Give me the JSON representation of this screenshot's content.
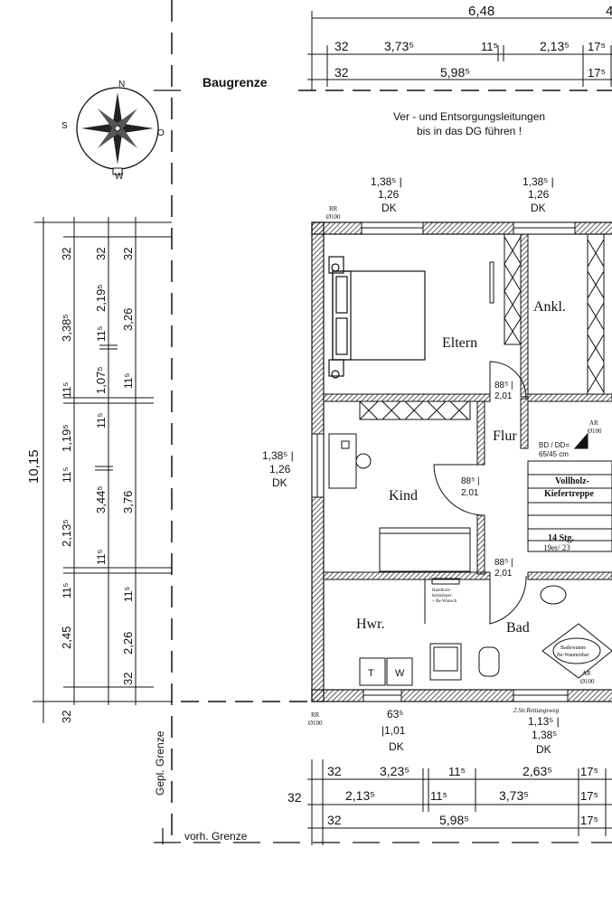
{
  "top_dims": {
    "overall": "6,48",
    "overall_cut": "4",
    "row1": [
      "32",
      "3,73⁵",
      "11⁵",
      "2,13⁵",
      "17⁵"
    ],
    "row2": [
      "32",
      "5,98⁵",
      "17⁵"
    ]
  },
  "baugrenze": "Baugrenze",
  "compass_labels": [
    "N",
    "S",
    "O",
    "W"
  ],
  "note": [
    "Ver - und Entsorgungsleitungen",
    "bis in das DG führen !"
  ],
  "windows": {
    "eltern": [
      "1,38⁵ |",
      "1,26",
      "DK"
    ],
    "ankl": [
      "1,38⁵ |",
      "1,26",
      "DK"
    ],
    "kind": [
      "1,38⁵ |",
      "1,26",
      "DK"
    ],
    "hwr": [
      "63⁵",
      "|1,01",
      "DK"
    ],
    "bad": [
      "1,13⁵ |",
      "1,38⁵",
      "DK"
    ]
  },
  "rr_top": [
    "RR",
    "Ø100"
  ],
  "rr_bottom": [
    "RR",
    "Ø100"
  ],
  "rooms": {
    "eltern": "Eltern",
    "ankl": "Ankl.",
    "flur": "Flur",
    "kind": "Kind",
    "hwr": "Hwr.",
    "bad": "Bad"
  },
  "doors": {
    "d1": [
      "88⁵ |",
      "2,01"
    ],
    "d2": [
      "88⁵ |",
      "2,01"
    ],
    "d3": [
      "88⁵ |",
      "2,01"
    ]
  },
  "stair": {
    "label1": "Vollholz-",
    "label2": "Kiefertreppe",
    "steps": "14 Stg.",
    "ratio": "19er/ 23",
    "bd": "BD / DD=",
    "bd2": "65/45 cm",
    "ar": "AR",
    "ar2": "Ø100"
  },
  "bad_labels": {
    "ar": "AR",
    "ar2": "Ø100",
    "tub": "Badewanne",
    "tub2": "Bs-Wannenbat",
    "towel": "Handtuch-",
    "towel2": "heizkörper",
    "towel3": "+ Bs-Wunsch"
  },
  "hwr_appliances": [
    "T",
    "W"
  ],
  "exit_note": "2.Str.Rettungsweg",
  "left_dims": {
    "overall": "10,15",
    "col1": [
      "32",
      "3,38⁵",
      "11⁵",
      "1,19⁵",
      "11⁵",
      "2,13⁵",
      "11⁵",
      "2,45",
      "32"
    ],
    "col2": [
      "32",
      "2,19⁵",
      "11⁵",
      "1,07⁵",
      "11⁵",
      "3,44⁵",
      "11⁵"
    ],
    "col3": [
      "32",
      "3,26",
      "11⁵",
      "3,76",
      "11⁵",
      "2,26",
      "32"
    ]
  },
  "bottom_dims": {
    "row1": [
      "32",
      "3,23⁵",
      "11⁵",
      "2,63⁵",
      "17⁵"
    ],
    "row2_left": "32",
    "row2": [
      "2,13⁵",
      "11⁵",
      "3,73⁵",
      "17⁵"
    ],
    "row3": [
      "32",
      "5,98⁵",
      "17⁵"
    ]
  },
  "gepl_grenze": "Gepl. Grenze",
  "vorh_grenze": "vorh. Grenze"
}
